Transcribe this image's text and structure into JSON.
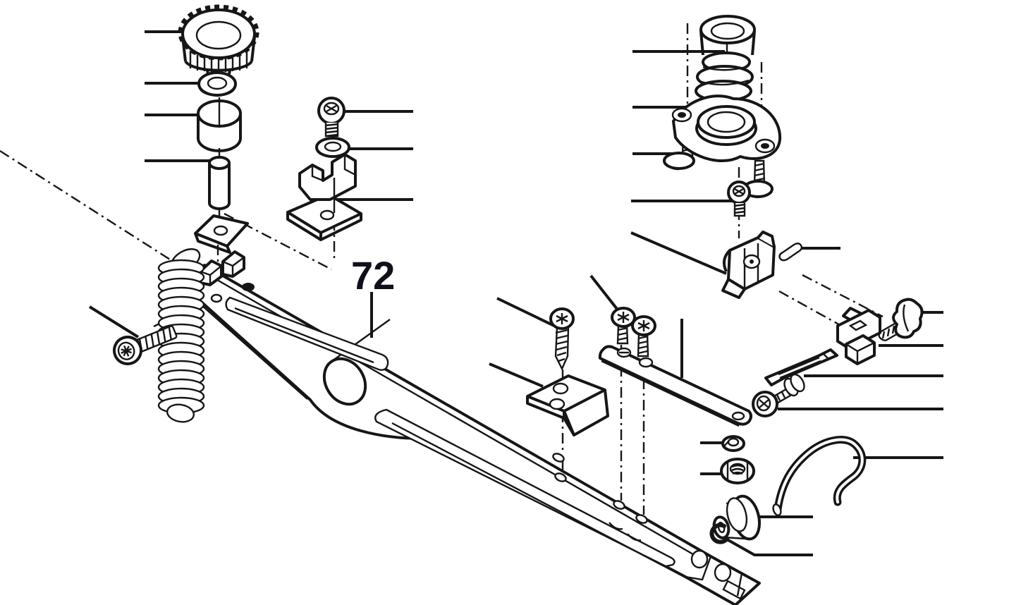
{
  "diagram": {
    "type": "exploded-parts-diagram",
    "figure_label": "72",
    "background_color": "#ffffff",
    "line_color": "#161616",
    "label_color": "#10101a",
    "labeled_part": {
      "number": "72",
      "part": "main-arm-assembly"
    },
    "callout_leader_count": 28,
    "parts": [
      {
        "id": "thumb-knob"
      },
      {
        "id": "knob-washer"
      },
      {
        "id": "bushing"
      },
      {
        "id": "pivot-pin"
      },
      {
        "id": "wedge-pointer"
      },
      {
        "id": "tension-spring"
      },
      {
        "id": "front-phillips-screw"
      },
      {
        "id": "socket-head-screw"
      },
      {
        "id": "lock-washer-a"
      },
      {
        "id": "u-clamp-bracket"
      },
      {
        "id": "main-arm"
      },
      {
        "id": "tapping-screw"
      },
      {
        "id": "angle-bracket"
      },
      {
        "id": "pan-head-screw-1"
      },
      {
        "id": "pan-head-screw-2"
      },
      {
        "id": "link-bar"
      },
      {
        "id": "lock-washer-b"
      },
      {
        "id": "hex-nut"
      },
      {
        "id": "bellows-grommet"
      },
      {
        "id": "flange-plate"
      },
      {
        "id": "flange-screw-left"
      },
      {
        "id": "flange-screw-right"
      },
      {
        "id": "small-socket-screw"
      },
      {
        "id": "pivot-clamp"
      },
      {
        "id": "clamp-pin"
      },
      {
        "id": "wing-bolt"
      },
      {
        "id": "slide-bracket"
      },
      {
        "id": "lever-blade"
      },
      {
        "id": "shoulder-bolt"
      },
      {
        "id": "hook-handle"
      },
      {
        "id": "roller-spool"
      },
      {
        "id": "e-clip"
      }
    ]
  }
}
